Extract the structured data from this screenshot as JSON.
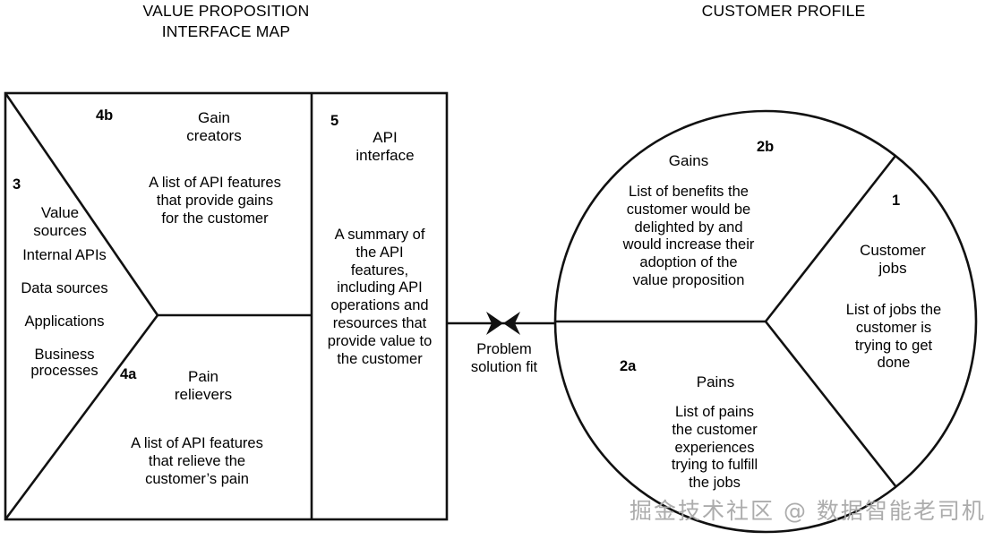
{
  "headers": {
    "left": "VALUE PROPOSITION\nINTERFACE MAP",
    "right": "CUSTOMER PROFILE"
  },
  "value_proposition": {
    "gain_creators": {
      "number": "4b",
      "title": "Gain\ncreators",
      "description": "A list of API features\nthat provide gains\nfor the customer"
    },
    "pain_relievers": {
      "number": "4a",
      "title": "Pain\nrelievers",
      "description": "A list of API features\nthat relieve the\ncustomer’s pain"
    },
    "value_sources": {
      "number": "3",
      "title": "Value\nsources",
      "items": "Internal APIs\n\nData sources\n\nApplications\n\nBusiness\nprocesses"
    },
    "api_interface": {
      "number": "5",
      "title": "API\ninterface",
      "description": "A summary of\nthe API\nfeatures,\nincluding API\noperations and\nresources that\nprovide value to\nthe customer"
    }
  },
  "connector": {
    "label": "Problem\nsolution fit",
    "icon": "converging-double-arrow"
  },
  "customer_profile": {
    "gains": {
      "number": "2b",
      "title": "Gains",
      "description": "List of benefits the\ncustomer would be\ndelighted by and\nwould increase their\nadoption of the\nvalue proposition"
    },
    "pains": {
      "number": "2a",
      "title": "Pains",
      "description": "List of pains\nthe customer\nexperiences\ntrying to fulfill\nthe jobs"
    },
    "customer_jobs": {
      "number": "1",
      "title": "Customer\njobs",
      "description": "List of jobs the\ncustomer is\ntrying to get\ndone"
    }
  },
  "watermark": {
    "text": "掘金技术社区 @ 数据智能老司机"
  },
  "colors": {
    "stroke": "#111111",
    "background": "#ffffff",
    "text": "#000000",
    "watermark": "#a8a8a8"
  }
}
